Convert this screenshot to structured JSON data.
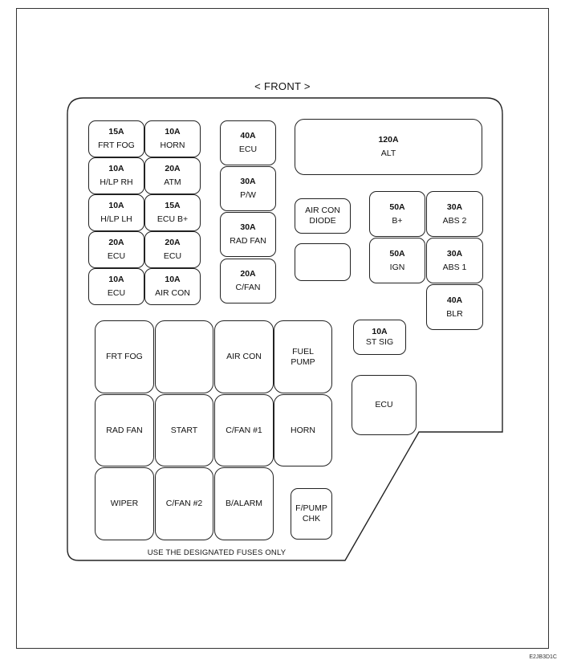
{
  "header": {
    "front": "< FRONT >"
  },
  "footer_note": "USE THE DESIGNATED FUSES ONLY",
  "image_code": "E2JB3D1C",
  "fuses_left": [
    {
      "amp": "15A",
      "label": "FRT FOG"
    },
    {
      "amp": "10A",
      "label": "HORN"
    },
    {
      "amp": "10A",
      "label": "H/LP RH"
    },
    {
      "amp": "20A",
      "label": "ATM"
    },
    {
      "amp": "10A",
      "label": "H/LP LH"
    },
    {
      "amp": "15A",
      "label": "ECU B+"
    },
    {
      "amp": "20A",
      "label": "ECU"
    },
    {
      "amp": "20A",
      "label": "ECU"
    },
    {
      "amp": "10A",
      "label": "ECU"
    },
    {
      "amp": "10A",
      "label": "AIR CON"
    }
  ],
  "fuses_middle": [
    {
      "amp": "40A",
      "label": "ECU"
    },
    {
      "amp": "30A",
      "label": "P/W"
    },
    {
      "amp": "30A",
      "label": "RAD FAN"
    },
    {
      "amp": "20A",
      "label": "C/FAN"
    }
  ],
  "alt_fuse": {
    "amp": "120A",
    "label": "ALT"
  },
  "air_con_diode": "AIR CON\nDIODE",
  "fuses_right": [
    {
      "amp": "50A",
      "label": "B+"
    },
    {
      "amp": "30A",
      "label": "ABS 2"
    },
    {
      "amp": "50A",
      "label": "IGN"
    },
    {
      "amp": "30A",
      "label": "ABS 1"
    },
    {
      "amp": "40A",
      "label": "BLR"
    }
  ],
  "st_sig": {
    "amp": "10A",
    "label": "ST SIG"
  },
  "ecu_relay": "ECU",
  "relays": [
    "FRT FOG",
    "",
    "AIR CON",
    "FUEL\nPUMP",
    "RAD FAN",
    "START",
    "C/FAN #1",
    "HORN",
    "WIPER",
    "C/FAN #2",
    "B/ALARM"
  ],
  "fpump_chk": "F/PUMP\nCHK"
}
